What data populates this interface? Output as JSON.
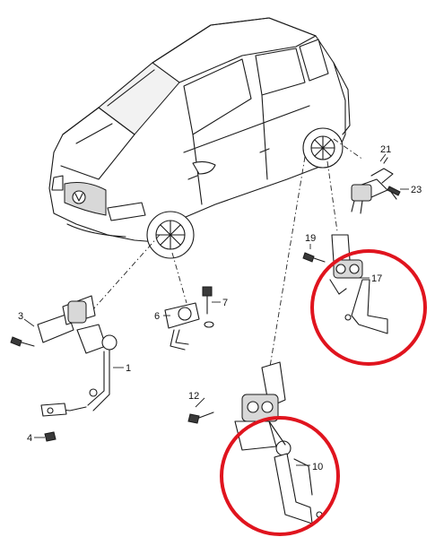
{
  "callouts": {
    "p1": "1",
    "p3": "3",
    "p4": "4",
    "p6": "6",
    "p7": "7",
    "p10": "10",
    "p12": "12",
    "p17": "17",
    "p19": "19",
    "p21": "21",
    "p23": "23"
  },
  "colors": {
    "highlight": "#e0141e",
    "line": "#1a1a1a",
    "background": "#ffffff"
  }
}
